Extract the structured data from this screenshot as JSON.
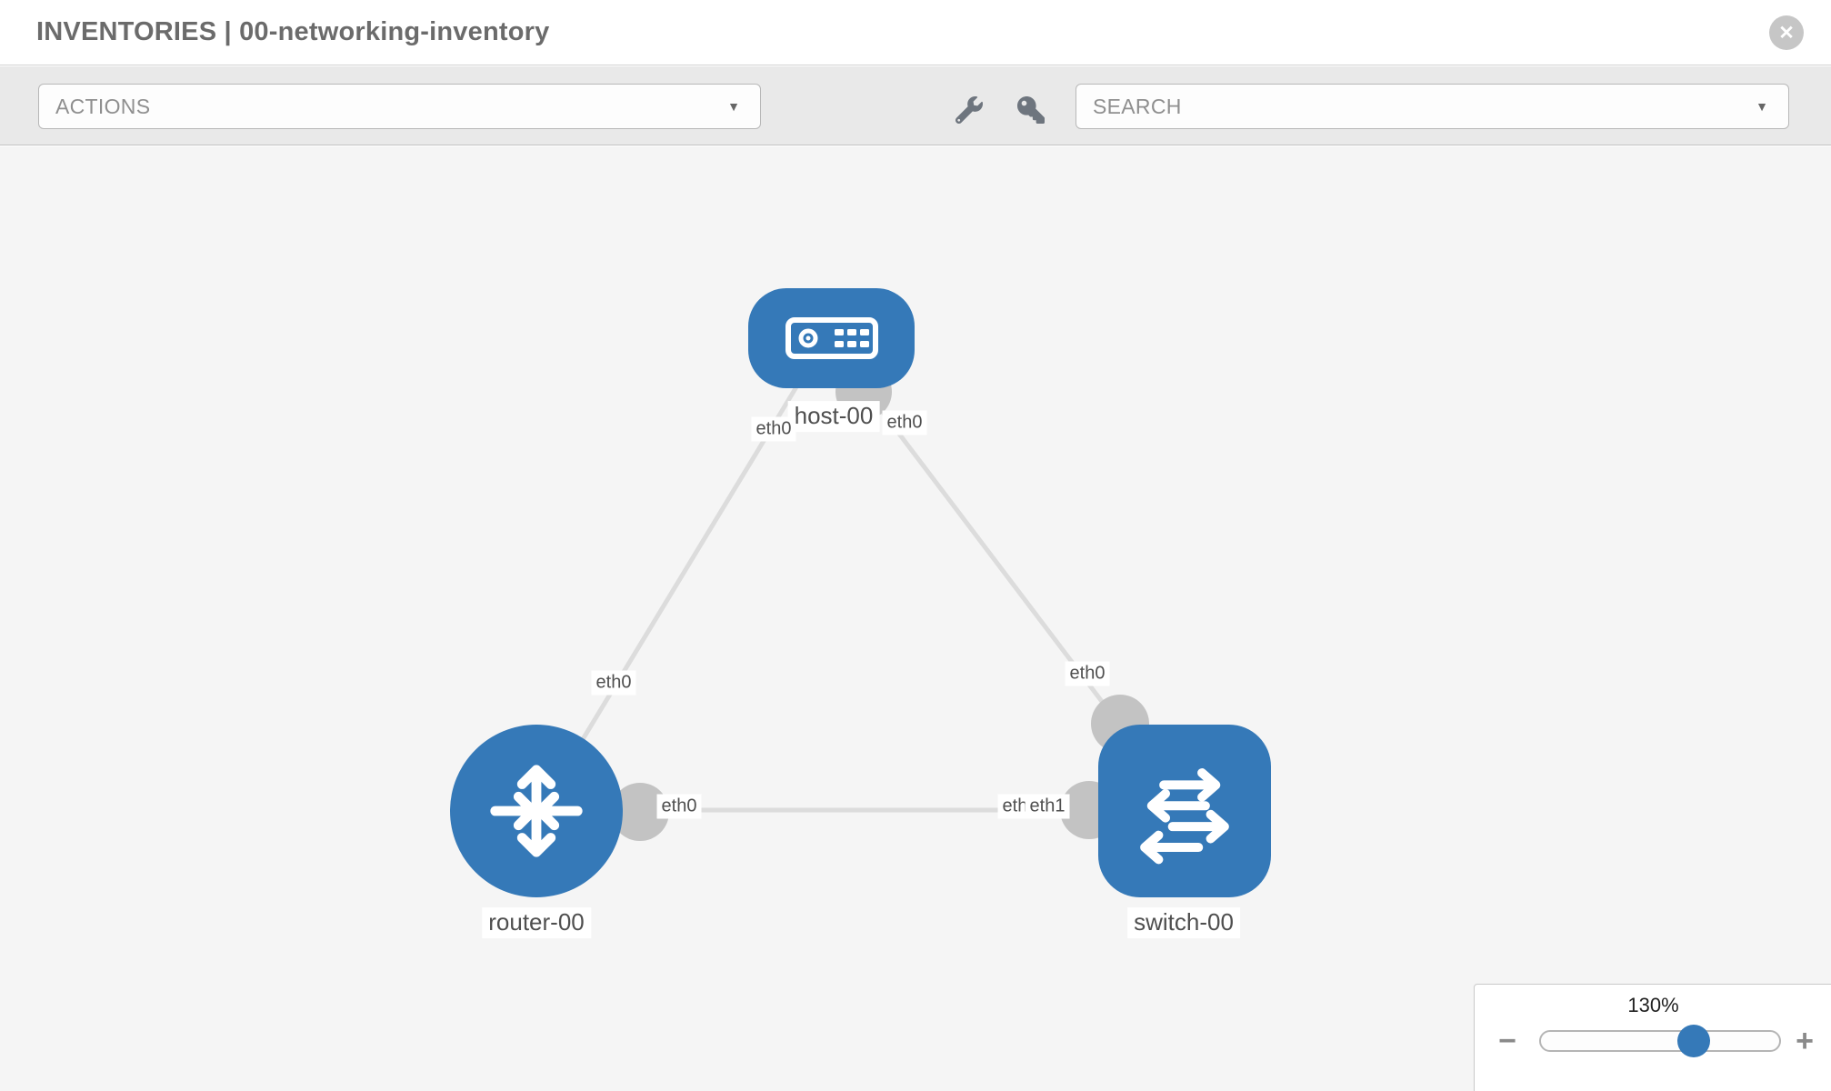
{
  "header": {
    "title": "INVENTORIES | 00-networking-inventory"
  },
  "icons": {
    "close": "✕",
    "caret_down": "▼",
    "minus": "−",
    "plus": "+",
    "toolbar": [
      "wrench-icon",
      "key-icon"
    ]
  },
  "toolbar": {
    "actions_label": "ACTIONS",
    "search_label": "SEARCH"
  },
  "topology": {
    "node_labels": {
      "host": "host-00",
      "router": "router-00",
      "switch": "switch-00"
    },
    "iface_labels": {
      "host_router_host_end": "eth0",
      "host_switch_host_end": "eth0",
      "host_router_router_end": "eth0",
      "host_switch_switch_end": "eth0",
      "router_switch_router_end": "eth0",
      "router_switch_switch_end_under": "eth0",
      "router_switch_switch_end": "eth1"
    },
    "nodes": [
      {
        "id": "host-00",
        "type": "host"
      },
      {
        "id": "router-00",
        "type": "router"
      },
      {
        "id": "switch-00",
        "type": "switch"
      }
    ],
    "links": [
      {
        "from": "host-00",
        "from_iface": "eth0",
        "to": "router-00",
        "to_iface": "eth0"
      },
      {
        "from": "host-00",
        "from_iface": "eth0",
        "to": "switch-00",
        "to_iface": "eth0"
      },
      {
        "from": "router-00",
        "from_iface": "eth0",
        "to": "switch-00",
        "to_iface": "eth1"
      }
    ]
  },
  "zoom_control": {
    "value": "130%",
    "percent": 64
  },
  "colors": {
    "node_blue": "#3579b8",
    "port_gray": "#c3c3c3",
    "link_gray": "#dcdcdc",
    "canvas_bg": "#f5f5f5",
    "toolbar_bg": "#e9e9e9"
  }
}
